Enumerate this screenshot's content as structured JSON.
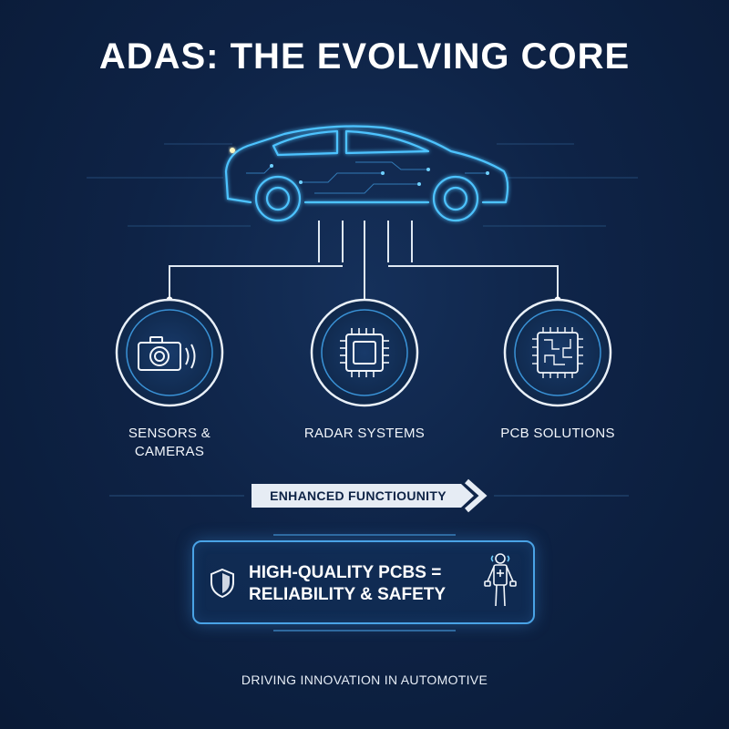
{
  "title": "ADAS: THE EVOLVING CORE",
  "components": [
    {
      "label": "SENSORS & CAMERAS",
      "icon": "camera-icon"
    },
    {
      "label": "RADAR SYSTEMS",
      "icon": "chip-icon"
    },
    {
      "label": "PCB SOLUTIONS",
      "icon": "pcb-icon"
    }
  ],
  "flow": {
    "label": "ENHANCED FUNCTIOUNITY"
  },
  "callout": {
    "text": "HIGH-QUALITY PCBS = RELIABILITY & SAFETY",
    "left_icon": "shield-icon",
    "right_icon": "worker-icon"
  },
  "footer": "DRIVING INNOVATION IN AUTOMOTIVE",
  "colors": {
    "background": "#0e2346",
    "accent": "#4aa3e6",
    "line": "#dfe8f2"
  }
}
